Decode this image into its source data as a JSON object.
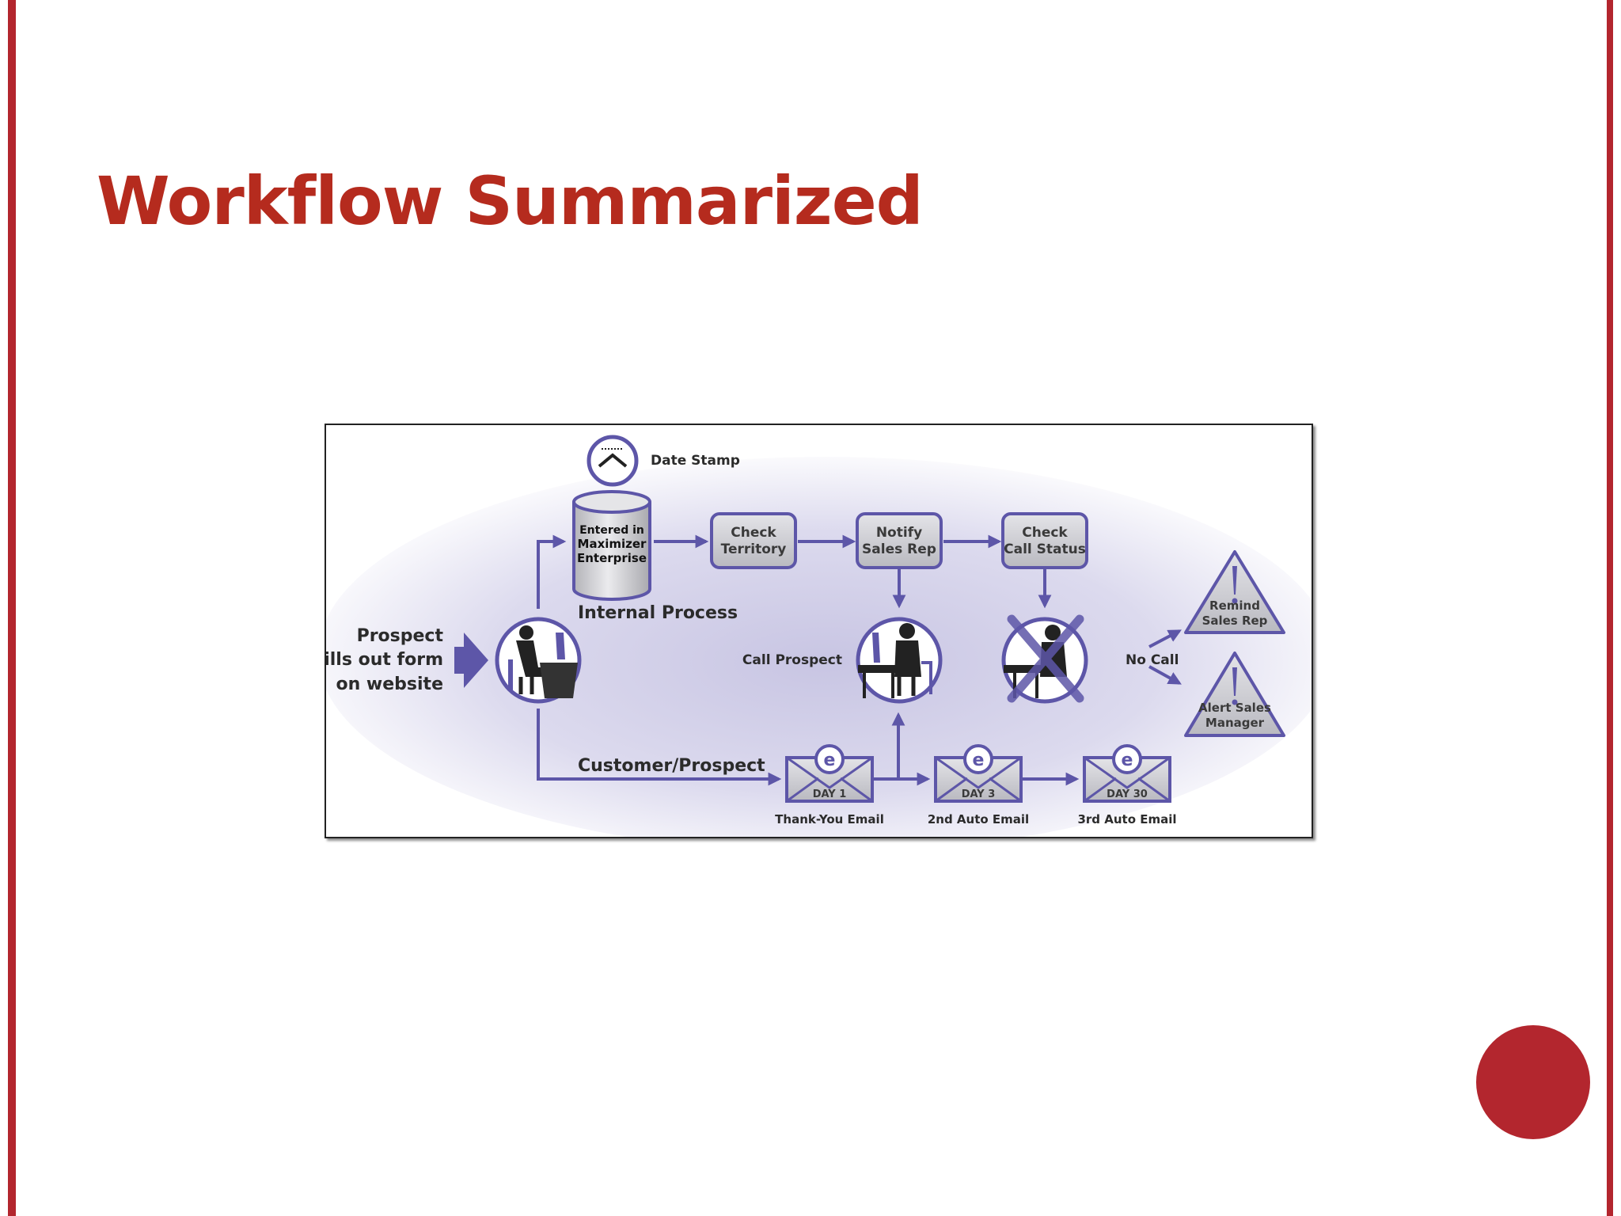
{
  "slide": {
    "title": "Workflow Summarized",
    "colors": {
      "accent": "#b3262e",
      "title": "#b52b1e",
      "flow": "#5d56a8",
      "flow_light": "#c9c6e6",
      "box_fill": "#cfcfd3"
    }
  },
  "diagram": {
    "date_stamp": "Date Stamp",
    "database": {
      "line1": "Entered in",
      "line2": "Maximizer",
      "line3": "Enterprise"
    },
    "internal_process": "Internal Process",
    "prospect_lines": [
      "Prospect",
      "fills out form",
      "on website"
    ],
    "check_territory": [
      "Check",
      "Territory"
    ],
    "notify_sales_rep": [
      "Notify",
      "Sales Rep"
    ],
    "check_call_status": [
      "Check",
      "Call Status"
    ],
    "call_prospect": "Call Prospect",
    "no_call": "No Call",
    "remind_sales_rep": [
      "Remind",
      "Sales Rep"
    ],
    "alert_sales_manager": [
      "Alert Sales",
      "Manager"
    ],
    "customer_prospect": "Customer/Prospect",
    "emails": [
      {
        "day": "DAY 1",
        "caption": "Thank-You Email"
      },
      {
        "day": "DAY 3",
        "caption": "2nd Auto Email"
      },
      {
        "day": "DAY 30",
        "caption": "3rd Auto Email"
      }
    ],
    "icons": {
      "clock": "clock-icon",
      "database": "database-icon",
      "person": "person-at-computer-icon",
      "phone_person": "person-on-phone-icon",
      "crossed_person": "no-call-crossed-person-icon",
      "warning": "warning-triangle-icon",
      "email": "email-envelope-icon",
      "arrow": "block-arrow-icon"
    }
  }
}
